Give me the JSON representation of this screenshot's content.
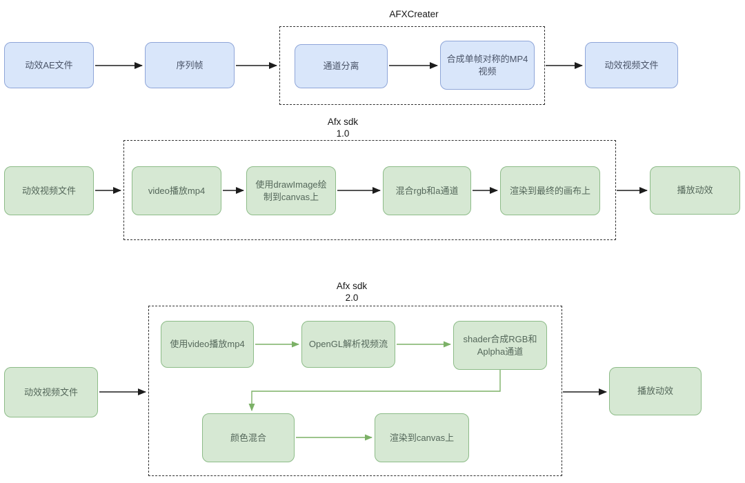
{
  "titles": {
    "group1": "AFXCreater",
    "group2_line1": "Afx sdk",
    "group2_line2": "1.0",
    "group3_line1": "Afx sdk",
    "group3_line2": "2.0"
  },
  "flow1": {
    "nodes": {
      "ae_file": "动效AE文件",
      "seq_frames": "序列帧",
      "channel_split": "通道分离",
      "compose_mp4": "合成单帧对称的MP4视频",
      "video_file": "动效视频文件"
    }
  },
  "flow2": {
    "nodes": {
      "video_file": "动效视频文件",
      "video_play": "video播放mp4",
      "draw_image": "使用drawImage绘制到canvas上",
      "mix_rgb_a": "混合rgb和a通道",
      "render_final": "渲染到最终的画布上",
      "play": "播放动效"
    }
  },
  "flow3": {
    "nodes": {
      "video_file": "动效视频文件",
      "use_video": "使用video播放mp4",
      "opengl": "OpenGL解析视频流",
      "shader": "shader合成RGB和Aplpha通道",
      "color_mix": "颜色混合",
      "render_canvas": "渲染到canvas上",
      "play": "播放动效"
    }
  },
  "colors": {
    "blue_fill": "#d9e6fa",
    "blue_stroke": "#8ea5d8",
    "blue_text": "#4a5468",
    "green_fill": "#d6e8d3",
    "green_stroke": "#8cbb87",
    "green_text": "#54675a",
    "arrow_black": "#1c1c1c",
    "arrow_green": "#7cb167",
    "group_border": "#2e2e2e",
    "title_text": "#161616"
  }
}
